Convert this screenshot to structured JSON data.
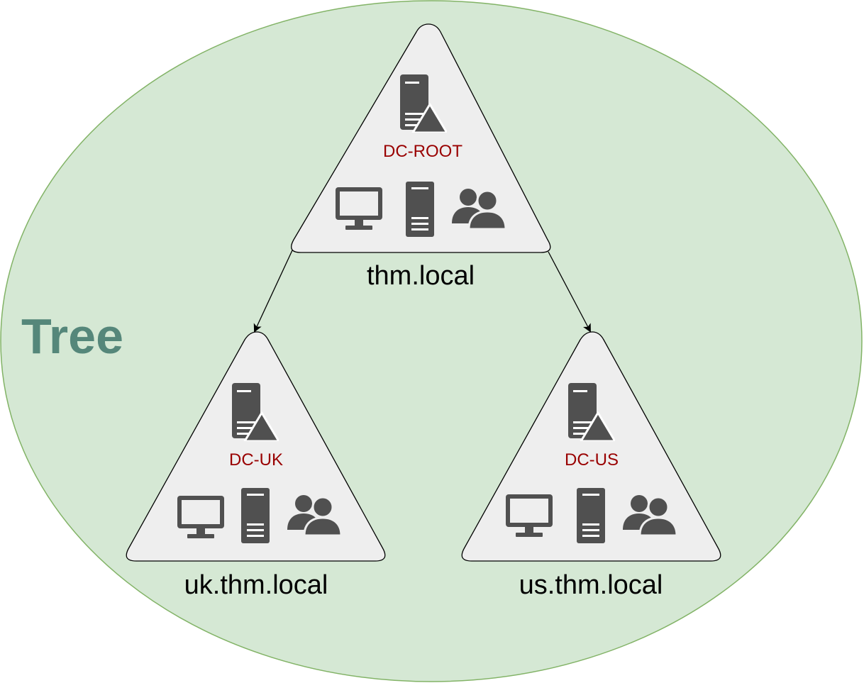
{
  "diagram": {
    "title": "Tree",
    "colors": {
      "ellipse_fill": "#d5e8d4",
      "ellipse_stroke": "#82b366",
      "triangle_fill": "#eeeeee",
      "triangle_stroke": "#000000",
      "icon": "#505050",
      "dc_label": "#990000",
      "title": "#55877a"
    },
    "nodes": [
      {
        "id": "root",
        "domain": "thm.local",
        "dc": "DC-ROOT",
        "icons": [
          "domain-controller-icon",
          "workstation-icon",
          "server-icon",
          "users-icon"
        ]
      },
      {
        "id": "uk",
        "domain": "uk.thm.local",
        "dc": "DC-UK",
        "icons": [
          "domain-controller-icon",
          "workstation-icon",
          "server-icon",
          "users-icon"
        ]
      },
      {
        "id": "us",
        "domain": "us.thm.local",
        "dc": "DC-US",
        "icons": [
          "domain-controller-icon",
          "workstation-icon",
          "server-icon",
          "users-icon"
        ]
      }
    ],
    "edges": [
      {
        "from": "root",
        "to": "uk"
      },
      {
        "from": "root",
        "to": "us"
      }
    ]
  }
}
